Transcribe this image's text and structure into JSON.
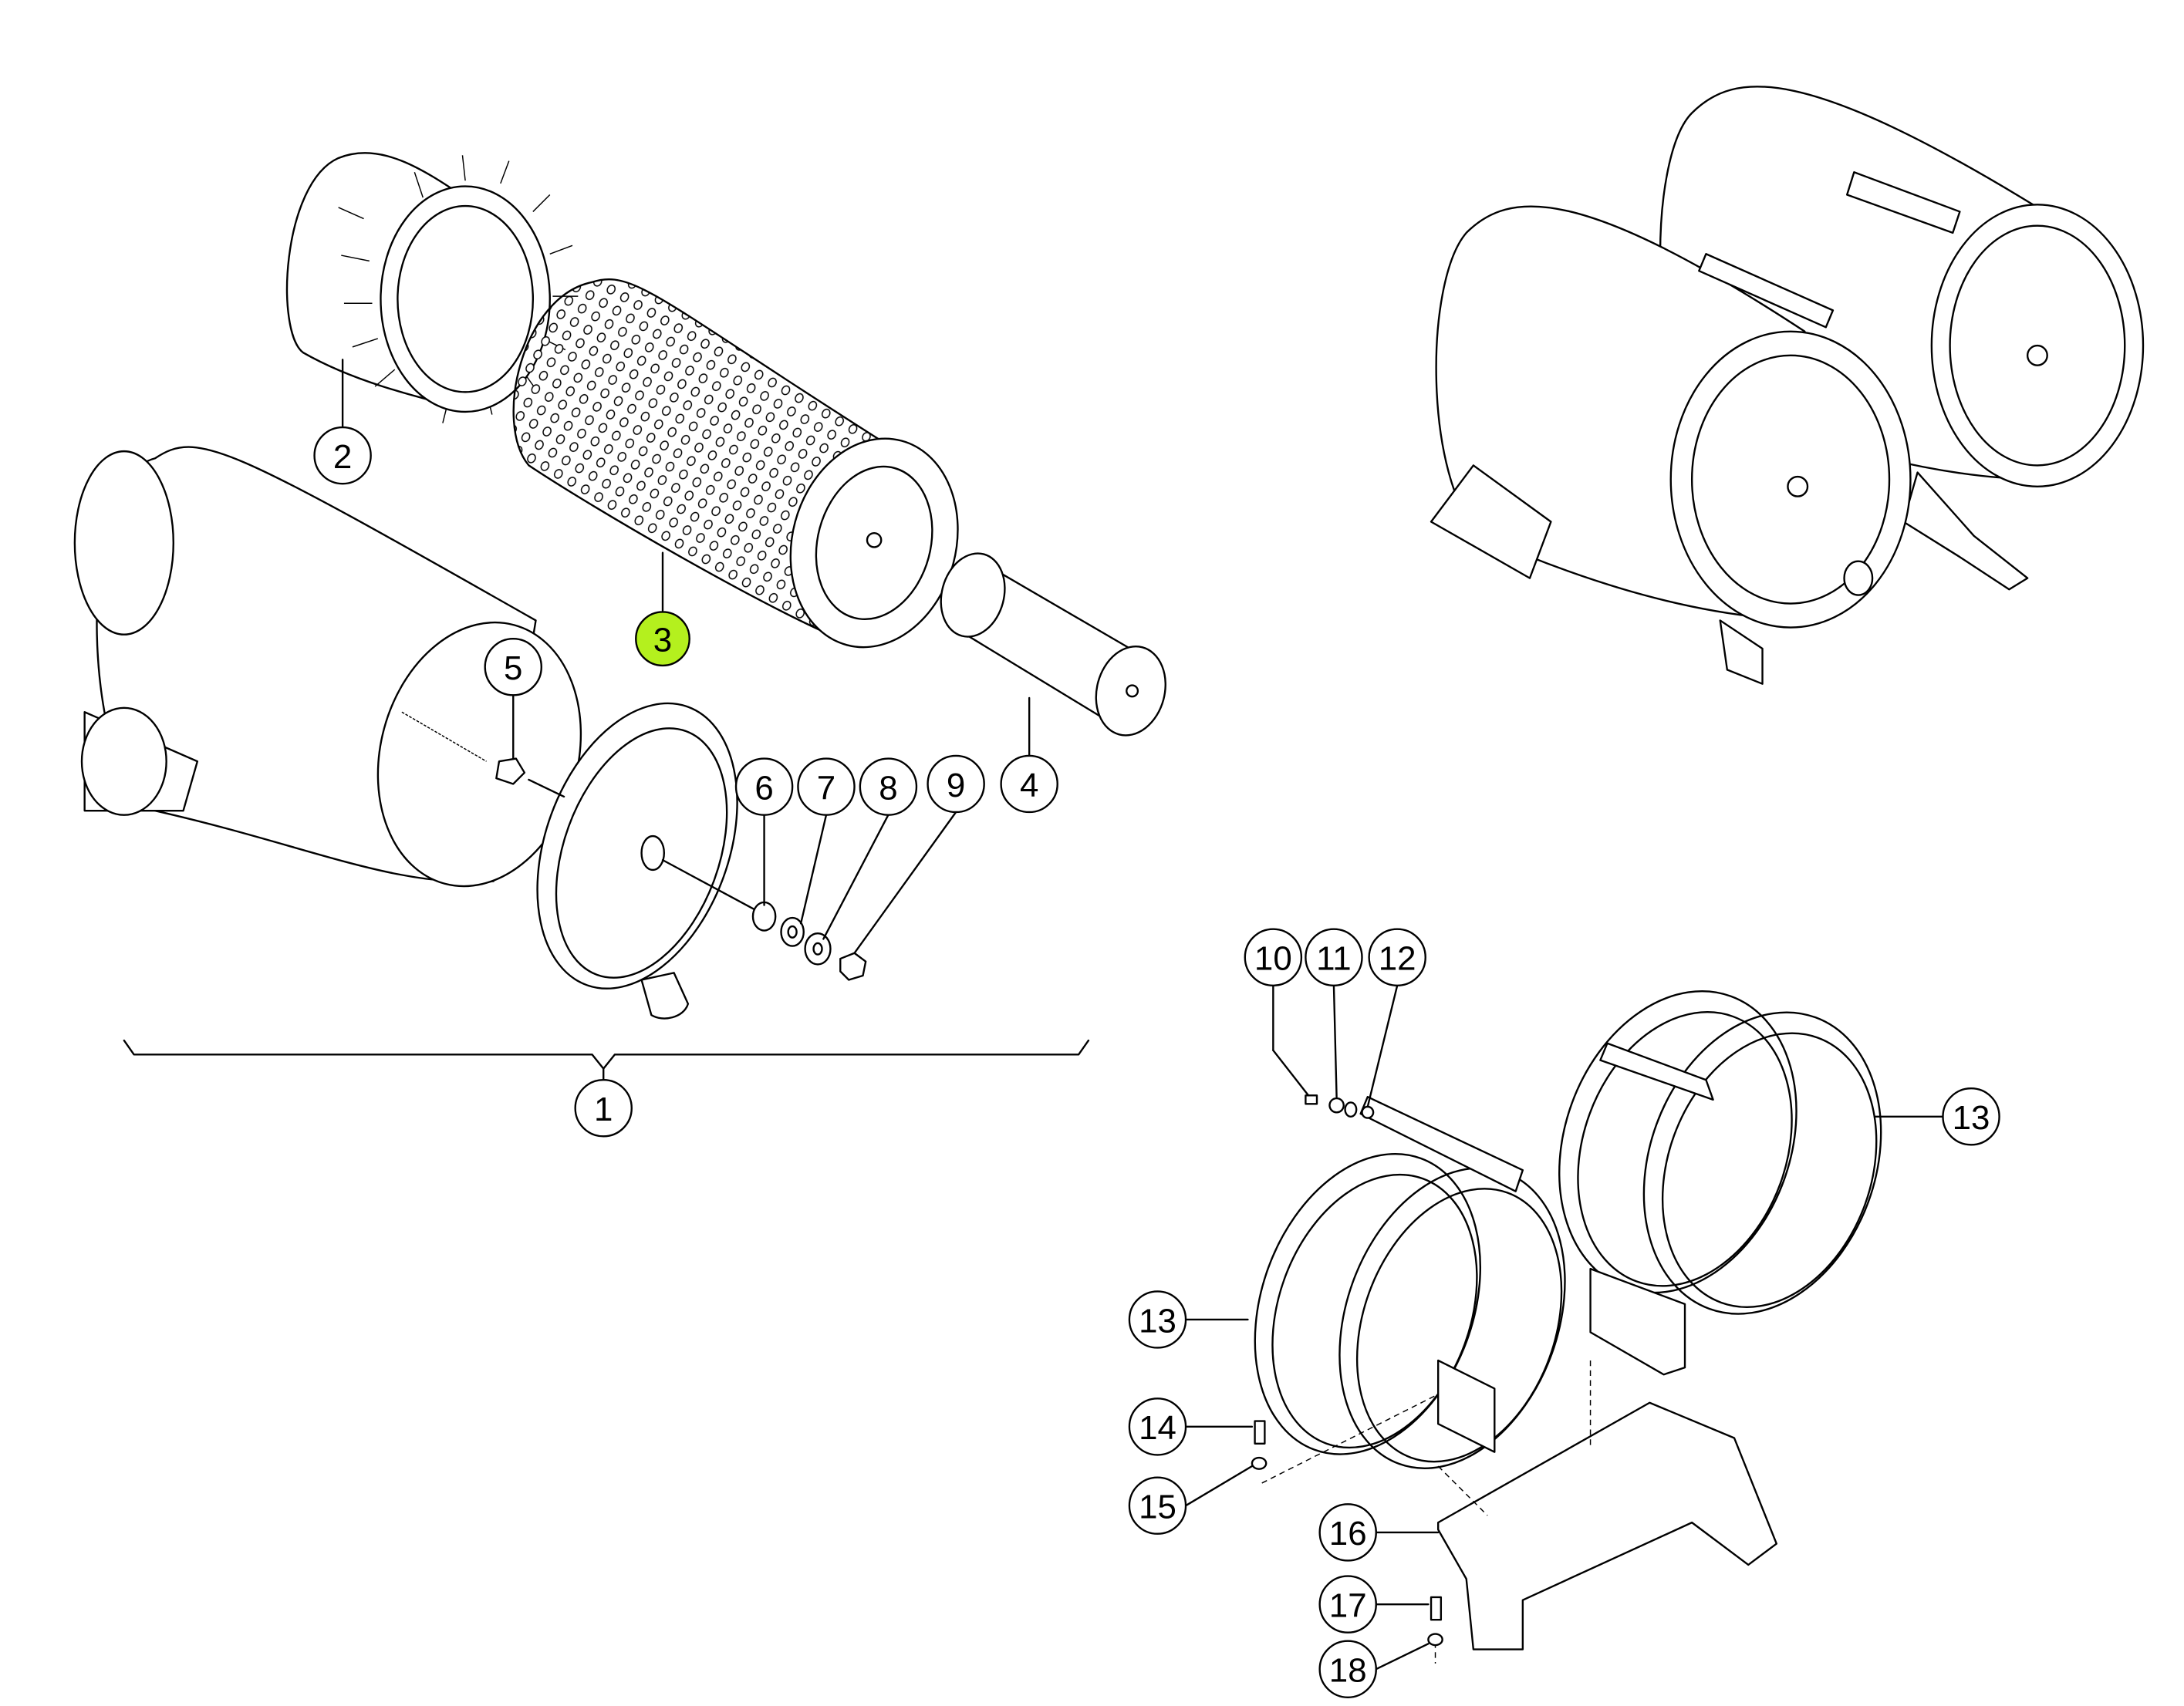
{
  "diagram": {
    "title": "Air cleaner assembly exploded parts view",
    "highlight_color": "#b4f01e",
    "callouts": {
      "c1": "1",
      "c2": "2",
      "c3": "3",
      "c4": "4",
      "c5": "5",
      "c6": "6",
      "c7": "7",
      "c8": "8",
      "c9": "9",
      "c10": "10",
      "c11": "11",
      "c12": "12",
      "c13a": "13",
      "c13b": "13",
      "c14": "14",
      "c15": "15",
      "c16": "16",
      "c17": "17",
      "c18": "18"
    },
    "selected_callout": "3"
  }
}
